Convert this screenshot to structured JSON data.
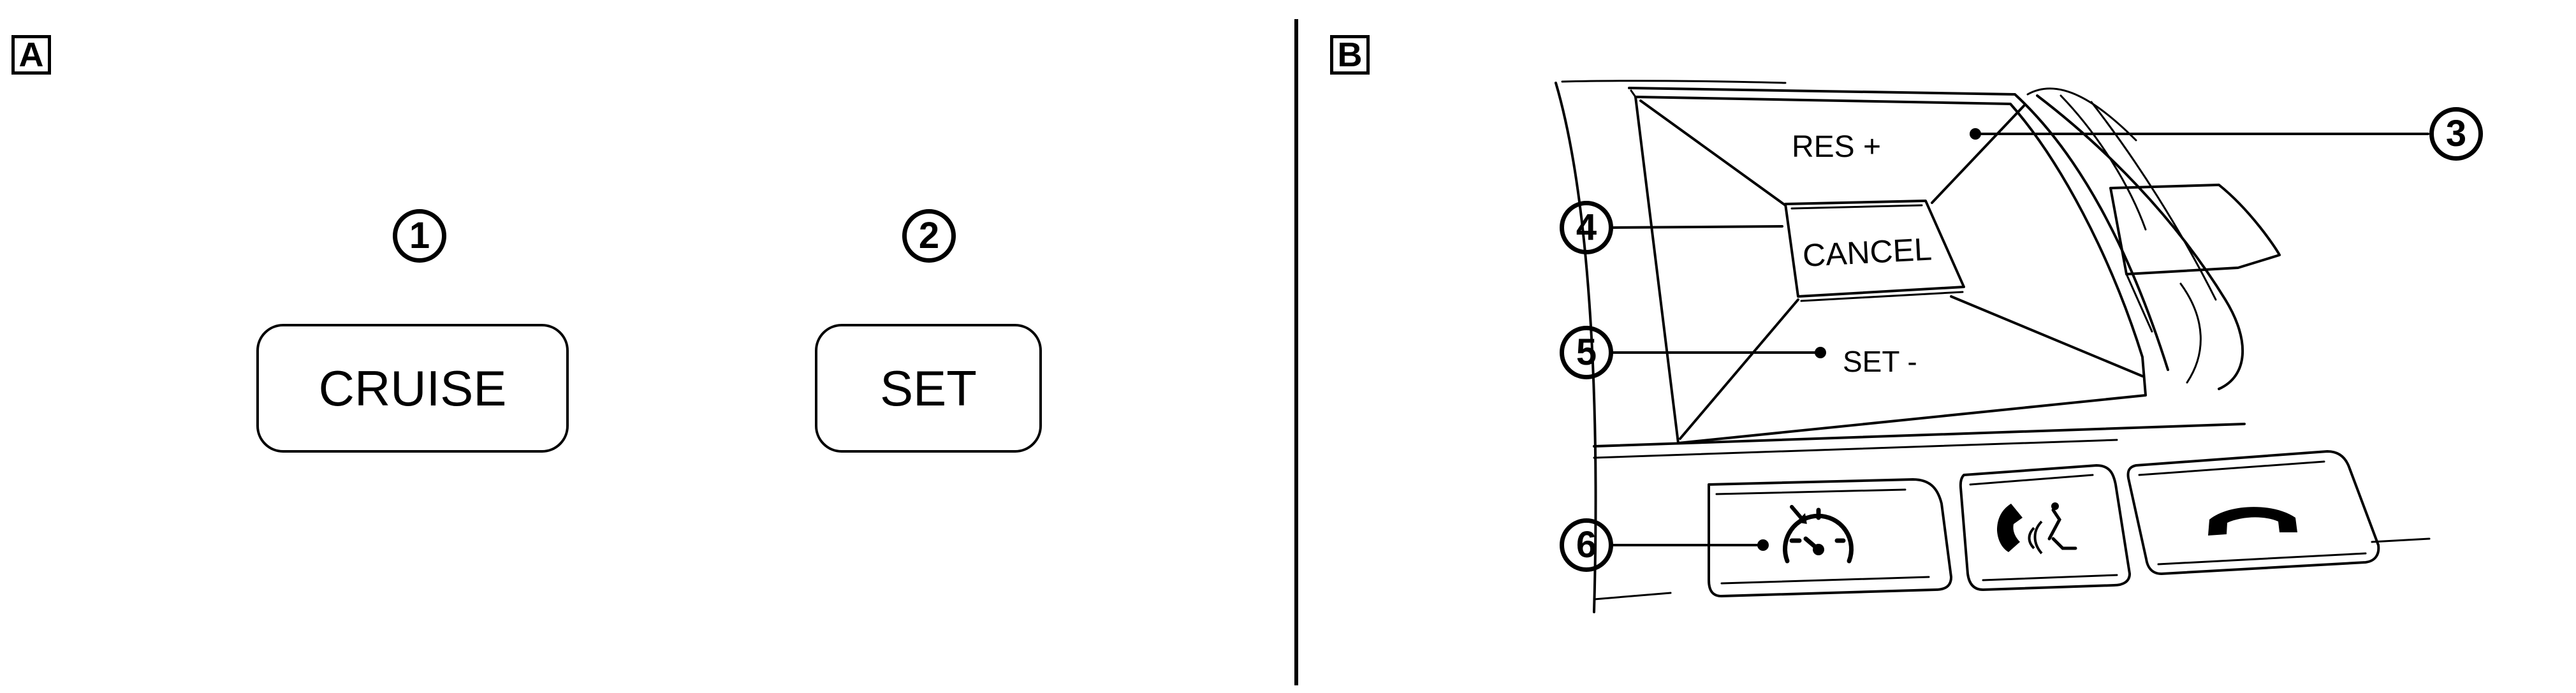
{
  "panels": {
    "a": {
      "tag": "A",
      "callouts": [
        {
          "number": "1",
          "button_label": "CRUISE"
        },
        {
          "number": "2",
          "button_label": "SET"
        }
      ]
    },
    "b": {
      "tag": "B",
      "labels": {
        "res_plus": "RES +",
        "cancel": "CANCEL",
        "set_minus": "SET -"
      },
      "callouts": [
        "3",
        "4",
        "5",
        "6"
      ],
      "icons": [
        "cruise-speedometer-icon",
        "phone-voice-icon",
        "phone-hangup-icon"
      ]
    }
  }
}
